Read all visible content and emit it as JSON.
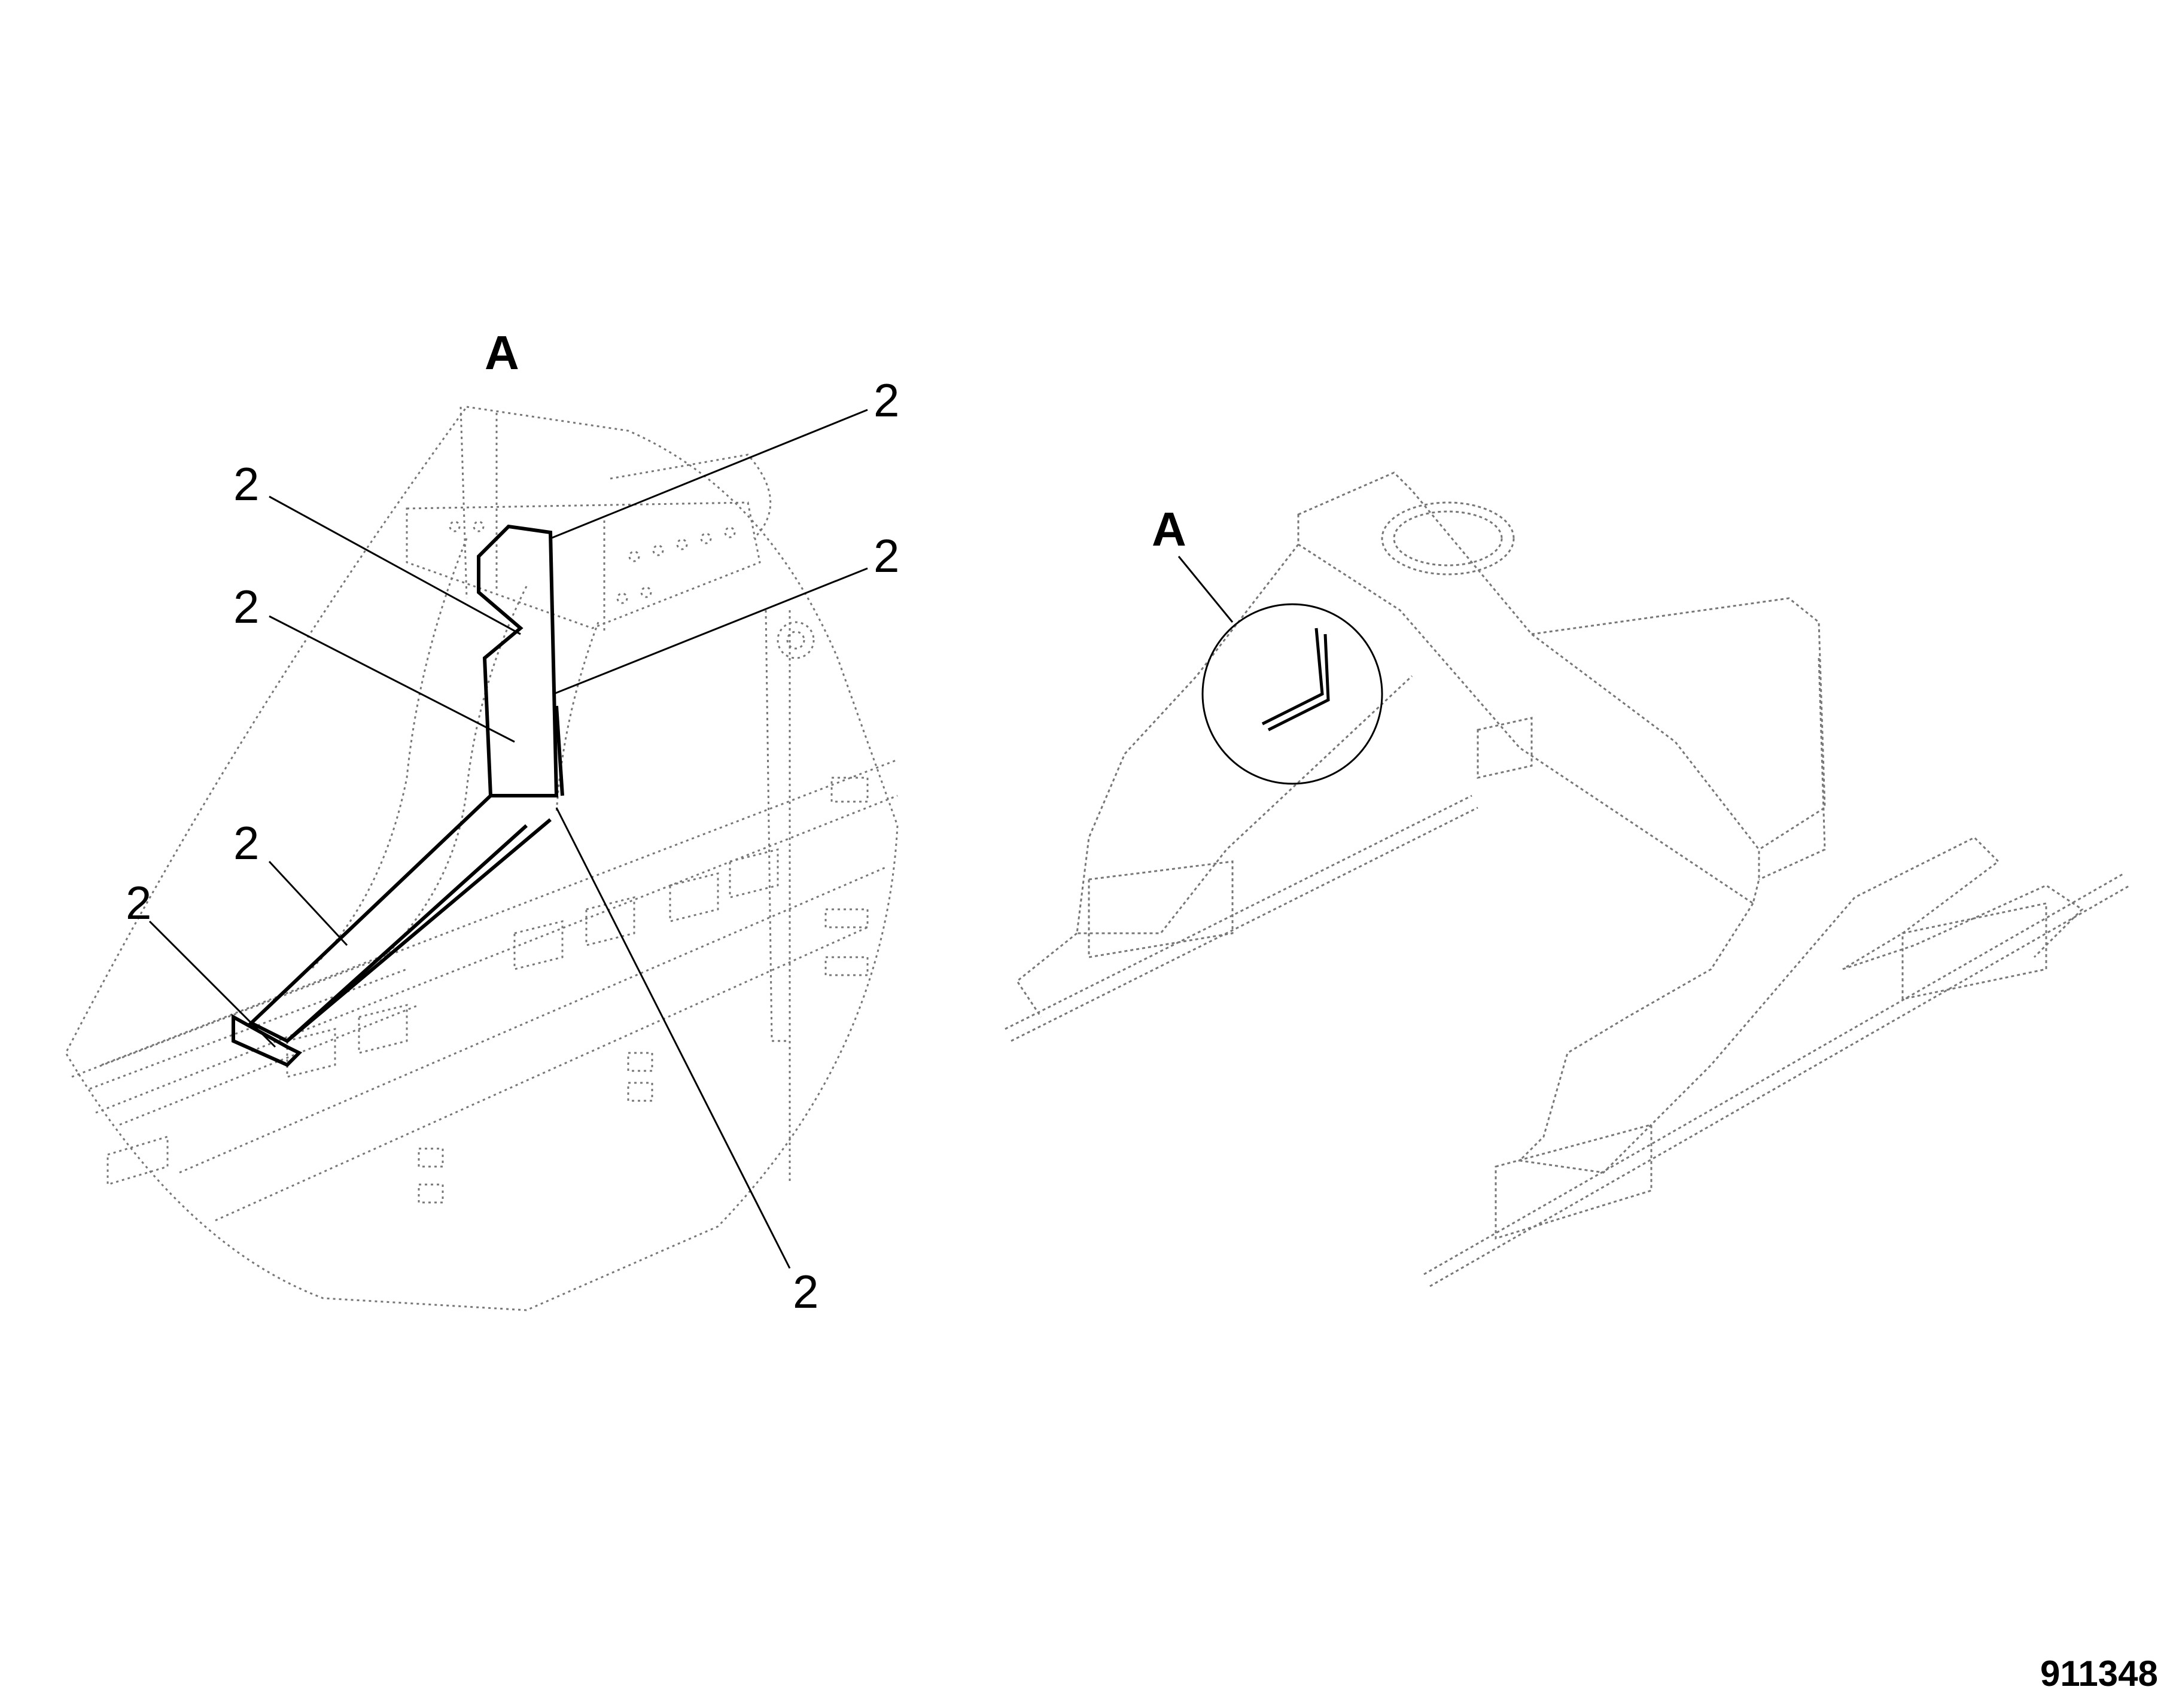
{
  "detail_view": {
    "view_label": "A",
    "callouts": [
      "2",
      "2",
      "2",
      "2",
      "2",
      "2",
      "2"
    ]
  },
  "overview": {
    "detail_marker_label": "A"
  },
  "figure_number": "911348",
  "colors": {
    "line": "#000000",
    "dotted": "#777777",
    "background": "#ffffff"
  }
}
